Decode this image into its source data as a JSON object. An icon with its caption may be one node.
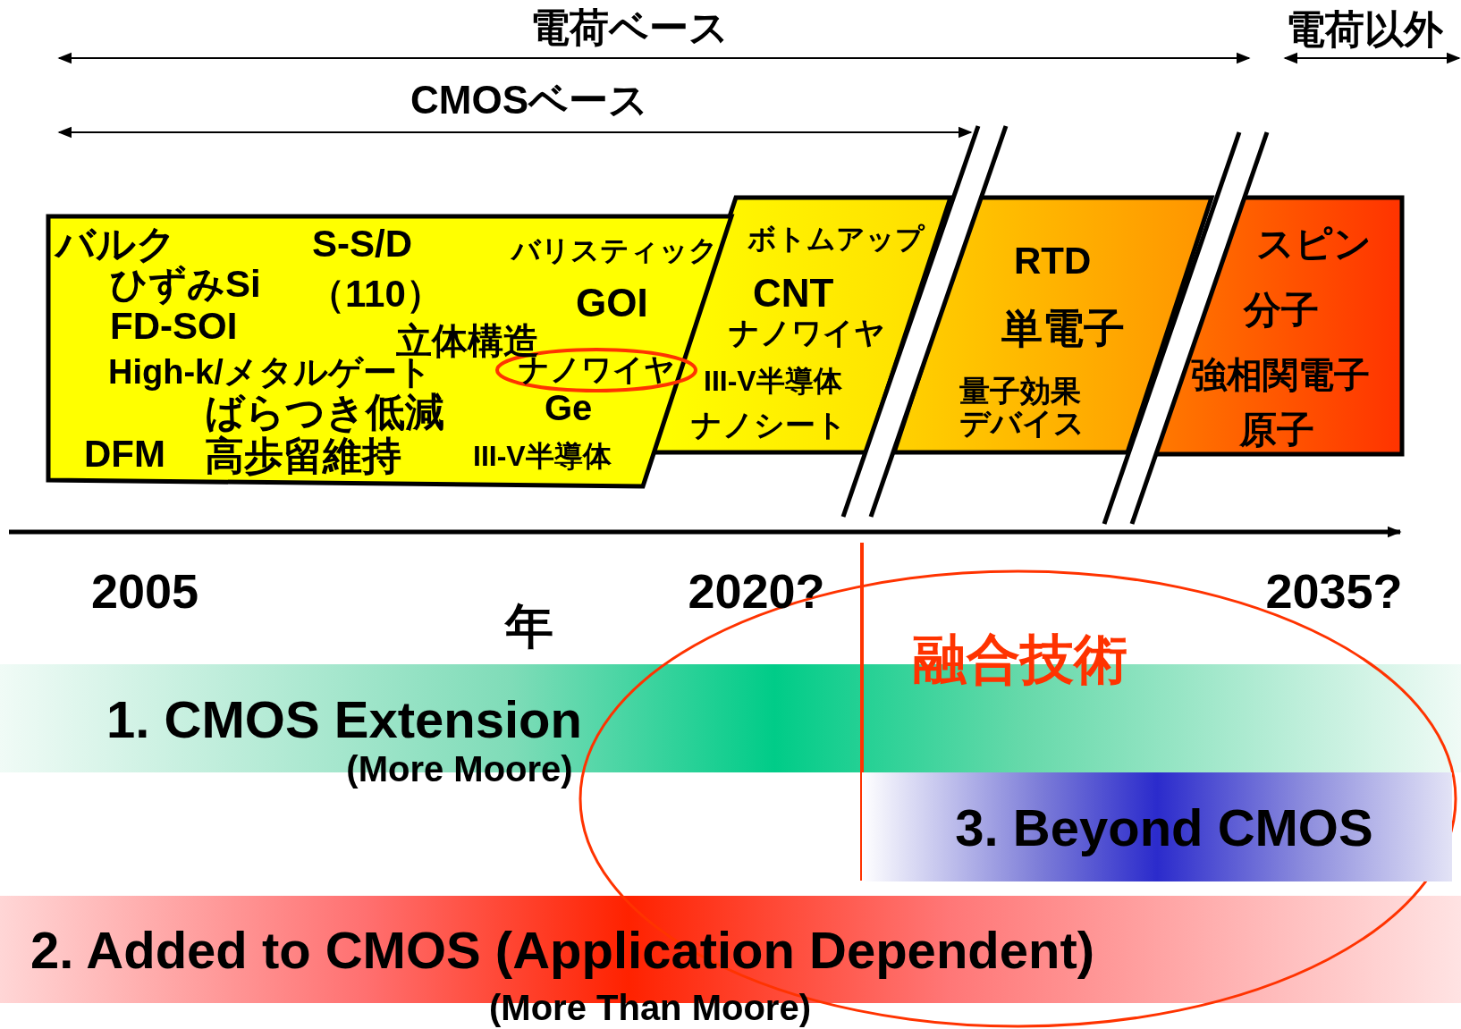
{
  "diagram": {
    "nodes": [
      {
        "text": [
          "バルク",
          "S-S/D",
          "バリスティック",
          "ひずみSi",
          "（110）",
          "GOI",
          "FD-SOI",
          "立体構造",
          "High-k/メタルゲート",
          "ばらつき低減",
          "Ge",
          "DFM",
          "高歩留維持",
          "III-V半導体"
        ]
      },
      {
        "text": [
          "ナノワイヤ"
        ],
        "in": 0
      },
      {
        "text": [
          "ボトムアップ",
          "CNT",
          "ナノワイヤ",
          "III-V半導体",
          "ナノシート"
        ]
      },
      {
        "text": [
          "RTD",
          "単電子",
          "量子効果デバイス"
        ]
      },
      {
        "text": [
          "スピン",
          "分子",
          "強相関電子",
          "原子"
        ]
      },
      {
        "text": [
          "1. CMOS Extension",
          "(More Moore)"
        ]
      },
      {
        "text": [
          "融合技術"
        ]
      },
      {
        "text": [
          "3. Beyond CMOS"
        ],
        "in": 6
      },
      {
        "text": [
          "2. Added to CMOS (Application Dependent)",
          "(More Than Moore)"
        ]
      }
    ],
    "labels": [
      "電荷ベース",
      "電荷以外",
      "CMOSベース",
      "2005",
      "2020?",
      "2035?",
      "年"
    ]
  }
}
